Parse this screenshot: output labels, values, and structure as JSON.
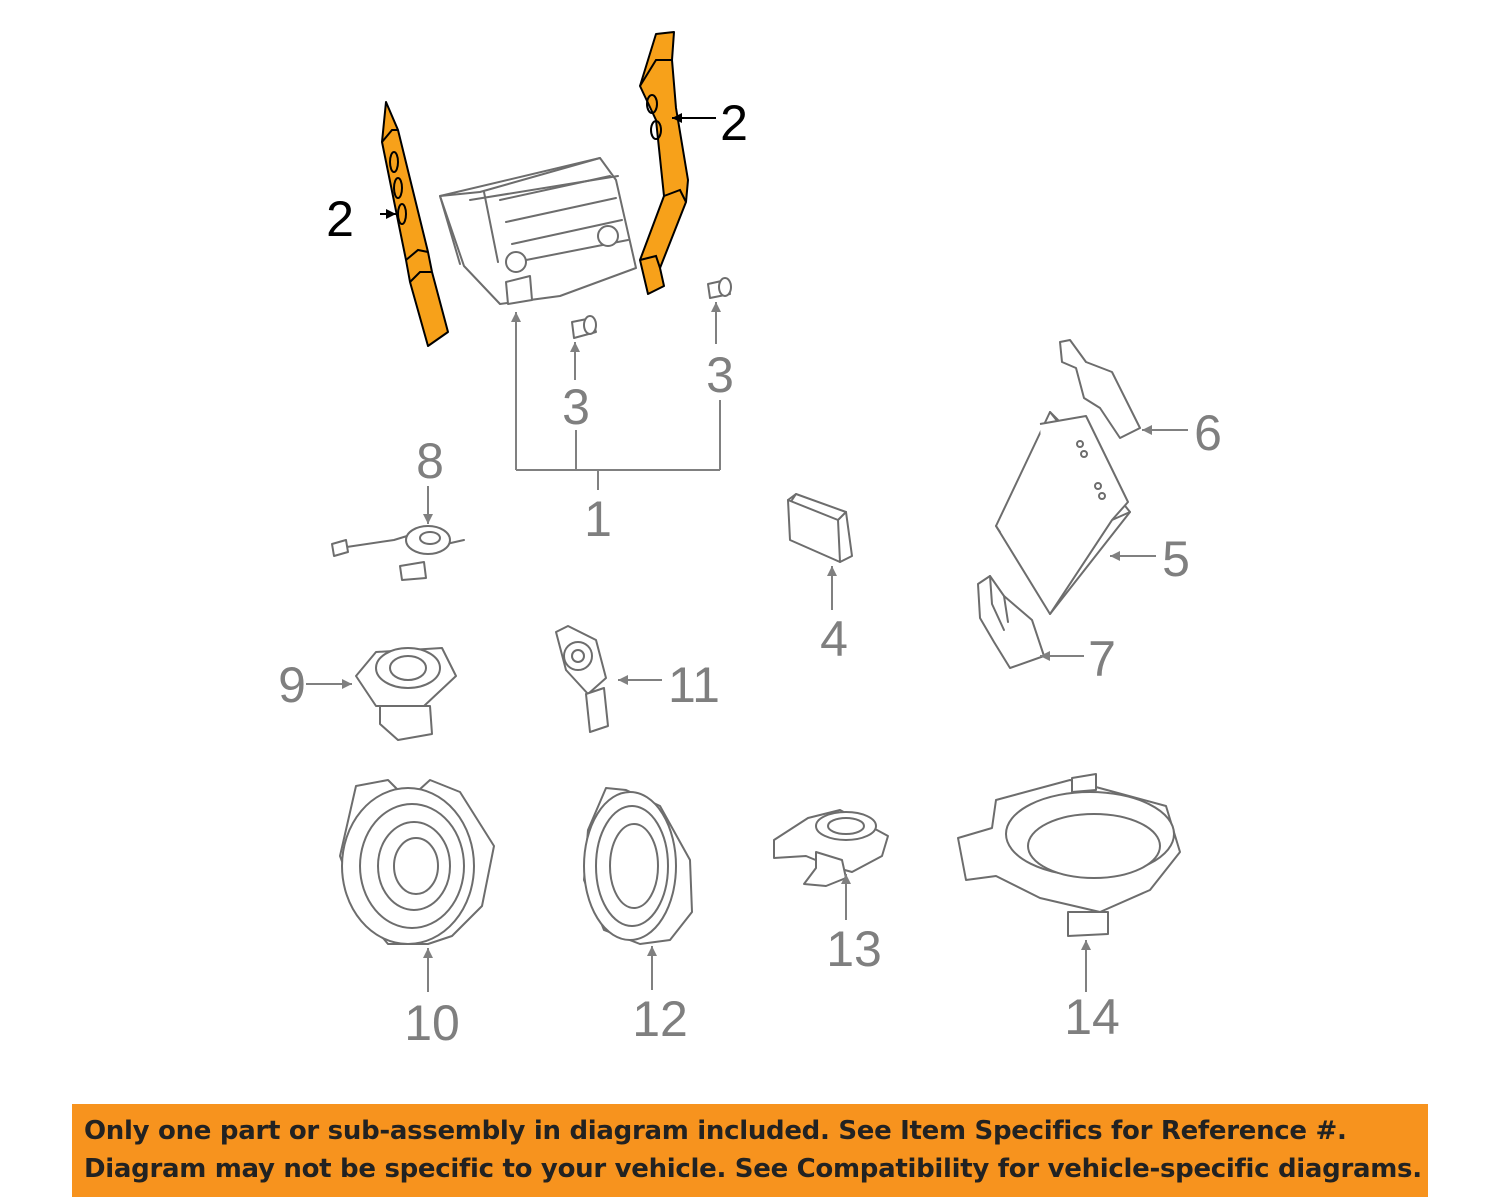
{
  "colors": {
    "highlight": "#f7a11a",
    "banner_bg": "#f7931e",
    "part_stroke": "#6d6d6d",
    "callout_text": "#7f7f7f"
  },
  "callouts": {
    "c1": "1",
    "c2_left": "2",
    "c2_right": "2",
    "c3_left": "3",
    "c3_right": "3",
    "c4": "4",
    "c5": "5",
    "c6": "6",
    "c7": "7",
    "c8": "8",
    "c9": "9",
    "c10": "10",
    "c11": "11",
    "c12": "12",
    "c13": "13",
    "c14": "14"
  },
  "banner": {
    "line1": "Only one part or sub-assembly in diagram included. See Item Specifics for Reference #.",
    "line2": "Diagram may not be specific to your vehicle. See Compatibility for vehicle-specific diagrams."
  }
}
